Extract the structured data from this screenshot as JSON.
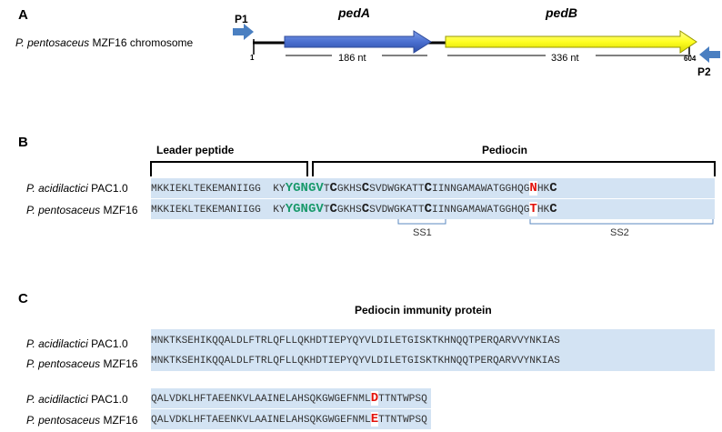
{
  "panel_a": {
    "label": "A",
    "organism_genus": "P. pentosaceus",
    "organism_rest": " MZF16 chromosome",
    "primer1": "P1",
    "primer2": "P2",
    "gene1": "pedA",
    "gene2": "pedB",
    "len1": "186 nt",
    "len2": "336 nt",
    "start": "1",
    "end": "604",
    "colors": {
      "pedA": "#4a6fd0",
      "pedB": "#ffff22",
      "arrow": "#4a7fc1"
    }
  },
  "panel_b": {
    "label": "B",
    "leader_title": "Leader peptide",
    "pediocin_title": "Pediocin",
    "rows": [
      {
        "genus": "P. acidilactici",
        "strain": " PAC1.0",
        "leader": "MKKIEKLTEKEMANIIGG",
        "kY": "KY",
        "motif": "YGNGV",
        "t": "T",
        "c1": "C",
        "s2": "GKHS",
        "c2": "C",
        "s3": "SVDWGKATT",
        "c3": "C",
        "s4": "IINNGAMAWATGGHQG",
        "var": "N",
        "s5": "HK",
        "c4": "C"
      },
      {
        "genus": "P. pentosaceus",
        "strain": " MZF16",
        "leader": "MKKIEKLTEKEMANIIGG",
        "kY": "KY",
        "motif": "YGNGV",
        "t": "T",
        "c1": "C",
        "s2": "GKHS",
        "c2": "C",
        "s3": "SVDWGKATT",
        "c3": "C",
        "s4": "IINNGAMAWATGGHQG",
        "var": "T",
        "s5": "HK",
        "c4": "C"
      }
    ],
    "ss1": "SS1",
    "ss2": "SS2"
  },
  "panel_c": {
    "label": "C",
    "title": "Pediocin immunity protein",
    "block1": [
      {
        "genus": "P. acidilactici",
        "strain": " PAC1.0",
        "seq": "MNKTKSEHIKQQALDLFTRLQFLLQKHDTIEPYQYVLDILETGISKTKHNQQTPERQARVVYNKIAS"
      },
      {
        "genus": "P. pentosaceus",
        "strain": " MZF16",
        "seq": "MNKTKSEHIKQQALDLFTRLQFLLQKHDTIEPYQYVLDILETGISKTKHNQQTPERQARVVYNKIAS"
      }
    ],
    "block2": [
      {
        "genus": "P. acidilactici",
        "strain": " PAC1.0",
        "pre": "QALVDKLHFTAEENKVLAAINELAHSQKGWGEFNML",
        "var": "D",
        "post": "TTNTWPSQ"
      },
      {
        "genus": "P. pentosaceus",
        "strain": " MZF16",
        "pre": "QALVDKLHFTAEENKVLAAINELAHSQKGWGEFNML",
        "var": "E",
        "post": "TTNTWPSQ"
      }
    ]
  }
}
